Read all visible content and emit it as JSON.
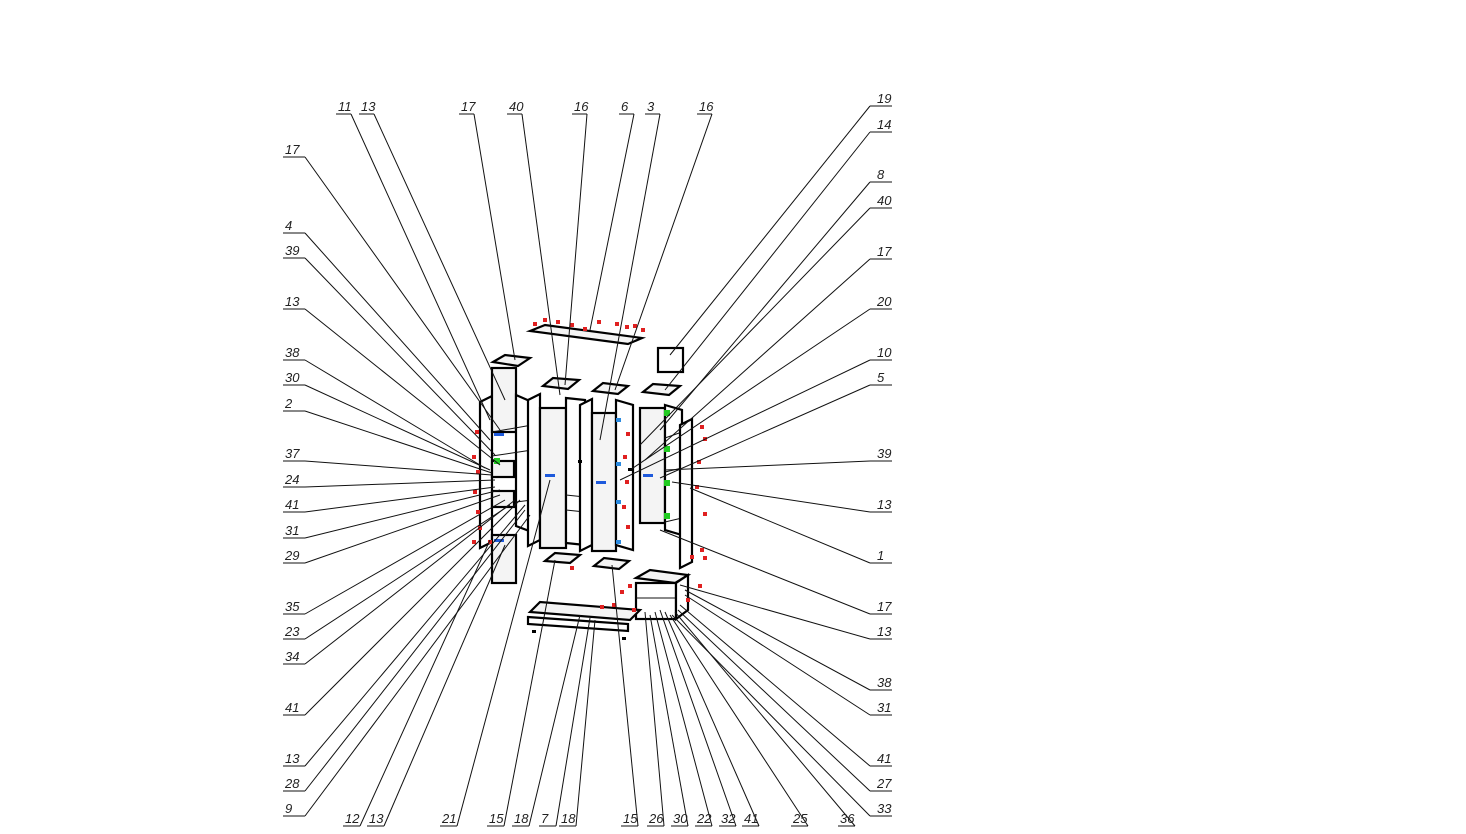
{
  "diagram": {
    "type": "exploded assembly drawing",
    "callouts_top": [
      "11",
      "13",
      "17",
      "40",
      "16",
      "6",
      "3",
      "16"
    ],
    "callouts_right": [
      "19",
      "14",
      "8",
      "40",
      "17",
      "20",
      "10",
      "5",
      "39",
      "13",
      "1",
      "17",
      "13",
      "38",
      "31",
      "41",
      "27",
      "33"
    ],
    "callouts_left": [
      "17",
      "4",
      "39",
      "13",
      "38",
      "30",
      "2",
      "37",
      "24",
      "41",
      "31",
      "29",
      "35",
      "23",
      "34",
      "41",
      "13",
      "28",
      "9"
    ],
    "callouts_bottom": [
      "12",
      "13",
      "21",
      "15",
      "18",
      "7",
      "18",
      "15",
      "26",
      "30",
      "22",
      "32",
      "41",
      "25",
      "36"
    ],
    "colors": {
      "line": "#000000",
      "fastener_red": "#e02020",
      "fastener_blue": "#1e5adc",
      "fastener_green": "#22cc22",
      "panel_fill": "#f4f4f4"
    }
  }
}
